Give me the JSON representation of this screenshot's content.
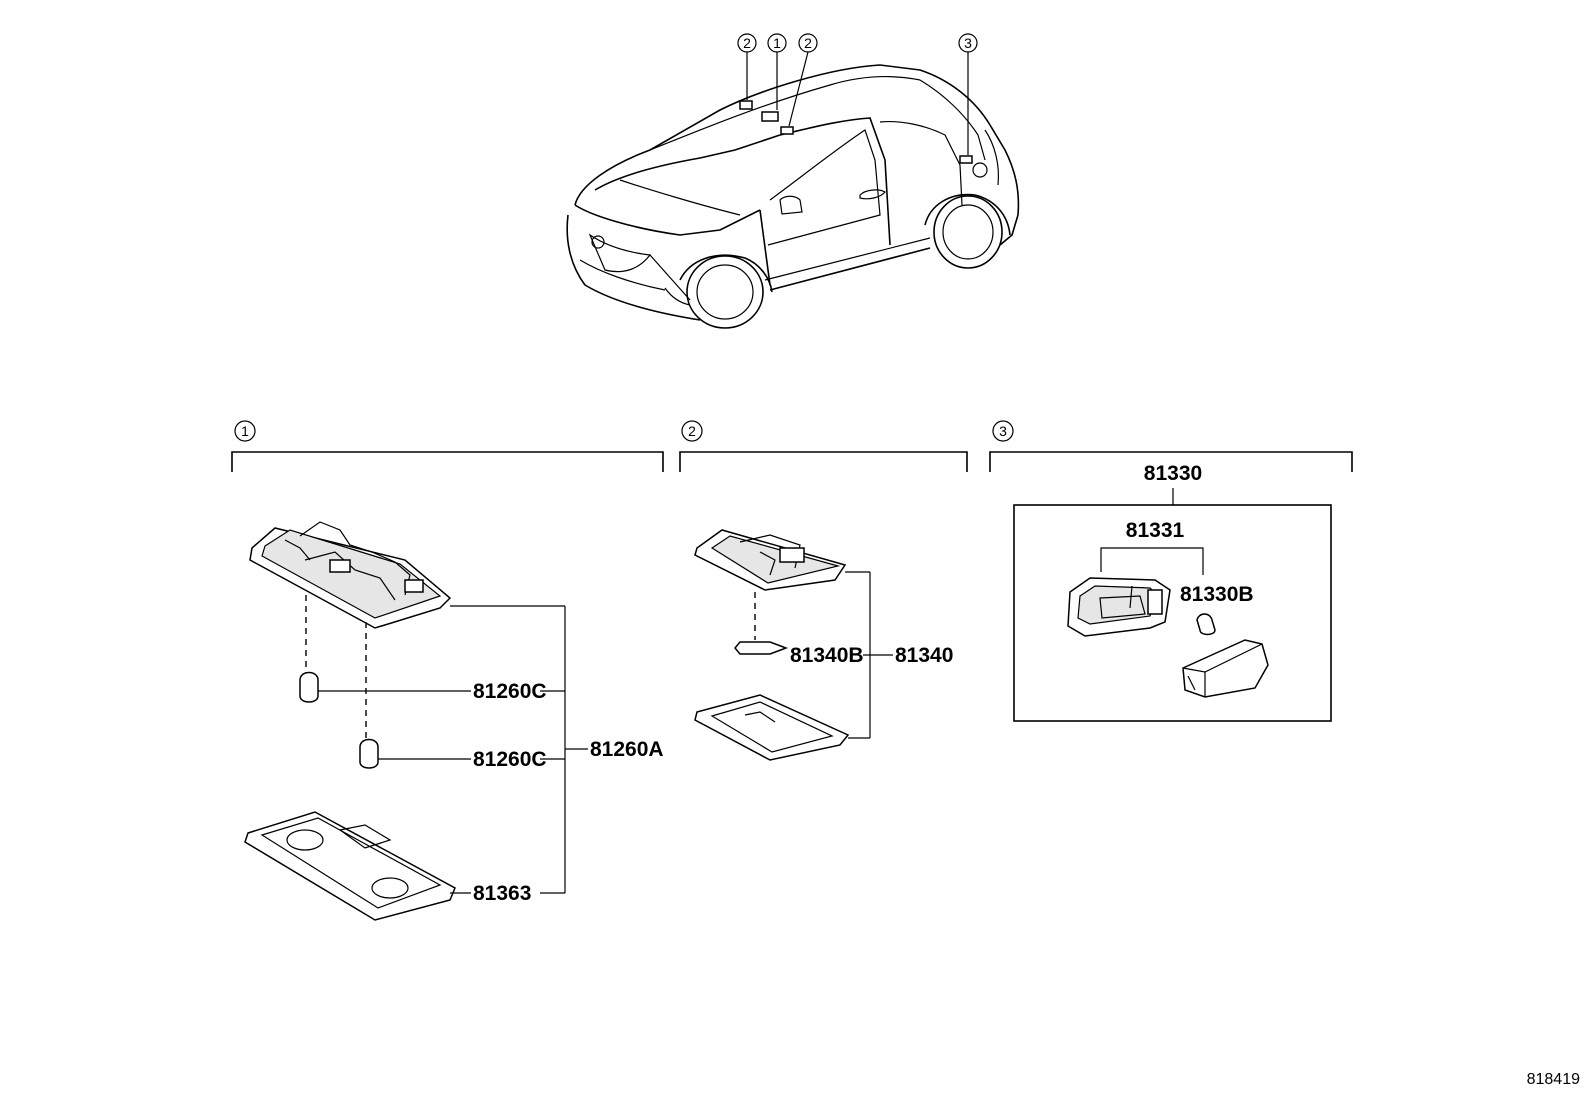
{
  "callouts": {
    "car": [
      "2",
      "1",
      "2",
      "3"
    ],
    "groups": [
      "1",
      "2",
      "3"
    ]
  },
  "group1": {
    "assembly": "81260A",
    "bulb_upper": "81260C",
    "bulb_lower": "81260C",
    "lens": "81363"
  },
  "group2": {
    "assembly": "81340",
    "bulb": "81340B"
  },
  "group3": {
    "assembly": "81330",
    "housing": "81331",
    "bulb": "81330B"
  },
  "footer": {
    "diagram_id": "818419"
  }
}
